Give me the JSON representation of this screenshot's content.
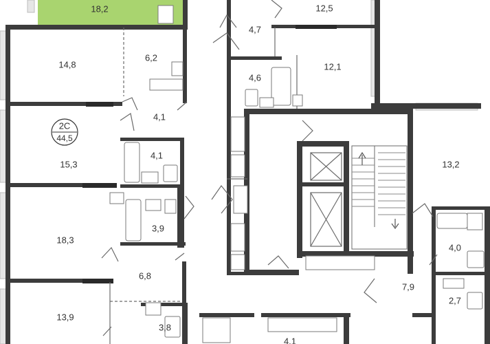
{
  "colors": {
    "wall": "#3c3c3c",
    "highlight_room": "#8cc63f",
    "window": "#bfbfbf",
    "background": "#ffffff"
  },
  "apartment_badge": {
    "code": "2С",
    "total_area": "44,5"
  },
  "rooms": {
    "r18_2_top": "18,2",
    "r12_5": "12,5",
    "r4_7": "4,7",
    "r14_8": "14,8",
    "r6_2": "6,2",
    "r4_6": "4,6",
    "r12_1": "12,1",
    "r4_1_a": "4,1",
    "r4_1_b": "4,1",
    "r15_3": "15,3",
    "r13_2": "13,2",
    "r18_3": "18,3",
    "r3_9": "3,9",
    "r4_0": "4,0",
    "r6_8": "6,8",
    "r7_9": "7,9",
    "r2_7": "2,7",
    "r13_9": "13,9",
    "r3_8": "3,8",
    "r4_1_c": "4,1"
  }
}
